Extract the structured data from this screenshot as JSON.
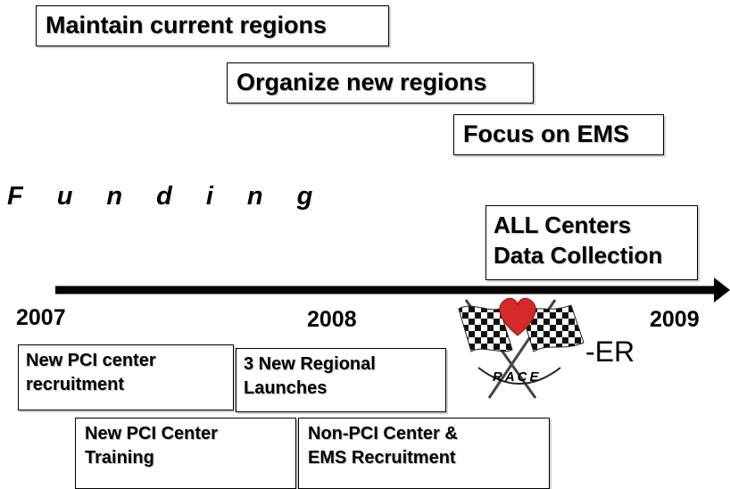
{
  "top_boxes": {
    "maintain": "Maintain current regions",
    "organize": "Organize new regions",
    "focus": "Focus on EMS"
  },
  "funding": "Funding",
  "all_centers": [
    "ALL Centers",
    "Data Collection"
  ],
  "years": [
    "2007",
    "2008",
    "2009"
  ],
  "logo": {
    "suffix": "-ER",
    "badge_text": "RACE",
    "heart_color": "#d42a2a"
  },
  "timeline_boxes": {
    "pci_recruitment": [
      "New PCI center",
      "recruitment"
    ],
    "regional_launches": [
      "3 New Regional",
      "Launches"
    ],
    "pci_training": [
      "New PCI Center",
      "Training"
    ],
    "non_pci": [
      "Non-PCI Center &",
      "EMS Recruitment"
    ]
  }
}
